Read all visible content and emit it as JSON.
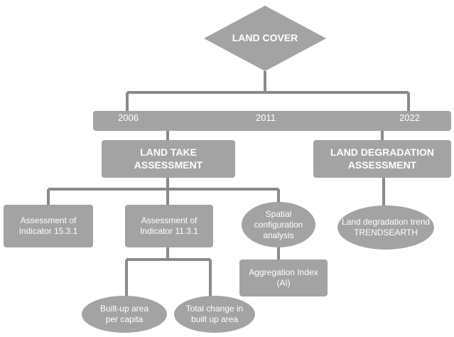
{
  "root": {
    "label": "LAND COVER"
  },
  "timeline": {
    "years": [
      "2006",
      "2011",
      "2022"
    ]
  },
  "branches": {
    "land_take": {
      "label": "LAND TAKE\nASSESSMENT"
    },
    "land_degradation": {
      "label": "LAND DEGRADATION\nASSESSMENT"
    }
  },
  "land_take_children": {
    "indicator_15": "Assessment of\nIndicator 15.3.1",
    "indicator_11": "Assessment of\nIndicator 11.3.1",
    "spatial": "Spatial\nconfiguration\nanalysis"
  },
  "indicator_11_children": {
    "builtup_per_capita": "Built-up area\nper capita",
    "total_change": "Total change in\nbuilt up area"
  },
  "spatial_children": {
    "aggregation": "Aggregation Index\n(AI)"
  },
  "degradation_children": {
    "trend": "Land degradation trend\nTRENDSEARTH"
  },
  "colors": {
    "node_fill": "#a3a3a3",
    "connector": "#8a8a8a",
    "text": "#ffffff"
  }
}
